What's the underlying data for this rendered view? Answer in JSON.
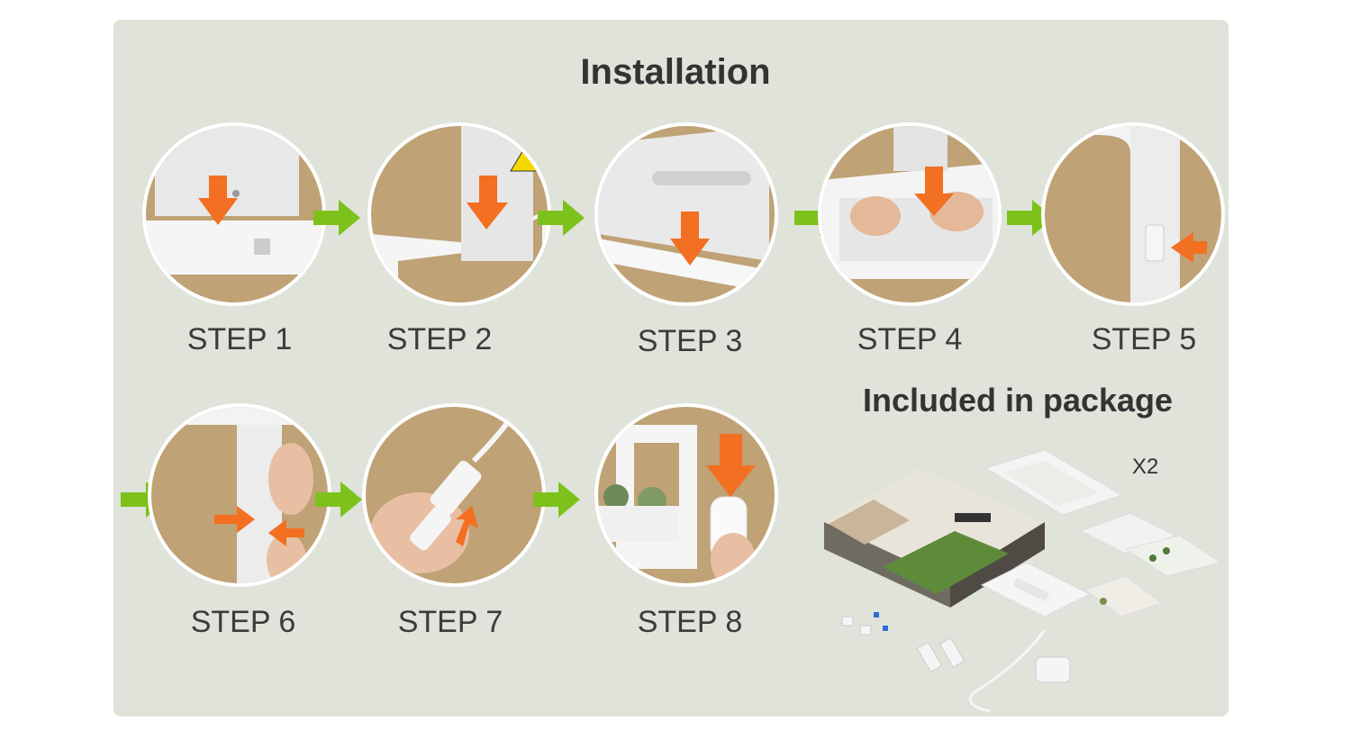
{
  "page": {
    "title": "Installation"
  },
  "steps": [
    {
      "label": "STEP 1"
    },
    {
      "label": "STEP 2"
    },
    {
      "label": "STEP 3"
    },
    {
      "label": "STEP 4"
    },
    {
      "label": "STEP 5"
    },
    {
      "label": "STEP 6"
    },
    {
      "label": "STEP 7"
    },
    {
      "label": "STEP 8"
    }
  ],
  "package": {
    "title": "Included in package",
    "quantity_note": "X2"
  },
  "colors": {
    "panel": "#dfe3da",
    "circle": "#bfa275",
    "green_arrow": "#7cc21b",
    "orange_arrow": "#f36f21",
    "text": "#333333"
  }
}
